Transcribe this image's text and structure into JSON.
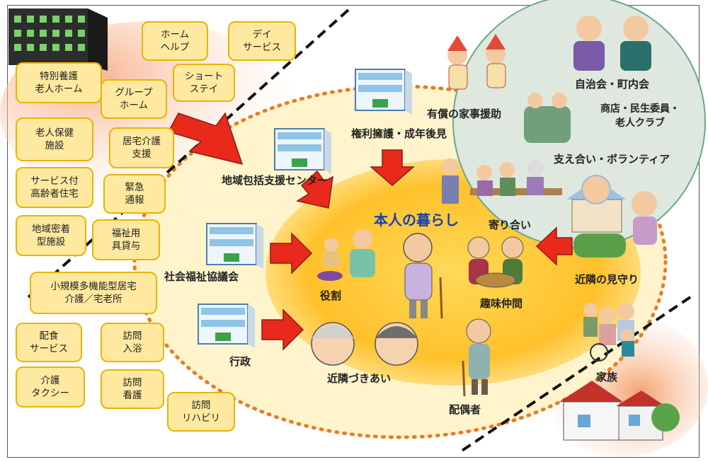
{
  "services": [
    {
      "id": "home-help",
      "label": "ホーム\nヘルプ"
    },
    {
      "id": "day-service",
      "label": "デイ\nサービス"
    },
    {
      "id": "tokuyo",
      "label": "特別養護\n老人ホーム"
    },
    {
      "id": "short-stay",
      "label": "ショート\nステイ"
    },
    {
      "id": "group-home",
      "label": "グループ\nホーム"
    },
    {
      "id": "roken",
      "label": "老人保健\n施設"
    },
    {
      "id": "kyotaku",
      "label": "居宅介護\n支援"
    },
    {
      "id": "sakoju",
      "label": "サービス付\n高齢者住宅"
    },
    {
      "id": "kinkyu",
      "label": "緊急\n通報"
    },
    {
      "id": "chiiki-mitchaku",
      "label": "地域密着\n型施設"
    },
    {
      "id": "fukushi-yogu",
      "label": "福祉用\n具貸与"
    },
    {
      "id": "shokibo",
      "label": "小規模多機能型居宅\n介護／宅老所"
    },
    {
      "id": "haishoku",
      "label": "配食\nサービス"
    },
    {
      "id": "houmon-nyuyoku",
      "label": "訪問\n入浴"
    },
    {
      "id": "kaigo-taxi",
      "label": "介護\nタクシー"
    },
    {
      "id": "houmon-kango",
      "label": "訪問\n看護"
    },
    {
      "id": "houmon-reha",
      "label": "訪問\nリハビリ"
    }
  ],
  "labels": {
    "center": "本人の暮らし",
    "kenri": "権利擁護・成年後見",
    "chiiki_center": "地域包括支援センター",
    "shakyo": "社会福祉協議会",
    "gyosei": "行政",
    "yakuwari": "役割",
    "kinrin_zukiai": "近隣づきあい",
    "shumi": "趣味仲間",
    "haigusha": "配偶者",
    "yoriai": "寄り合い",
    "yusho": "有償の家事援助",
    "jichikai": "自治会・町内会",
    "shoten": "商店・民生委員・\n老人クラブ",
    "sasaeai": "支え合い・ボランティア",
    "mimamori": "近隣の見守り",
    "kazoku": "家族"
  },
  "colors": {
    "box_fill": "#ffe9a0",
    "box_border": "#e8b400",
    "center_ellipse": "#ffc93a",
    "outer_ellipse": "#fff3c9",
    "dot_ring": "#ee7a1e",
    "arrow": "#e8291c",
    "title_blue": "#1a3fae",
    "green_circle": "#dbe7dd"
  }
}
